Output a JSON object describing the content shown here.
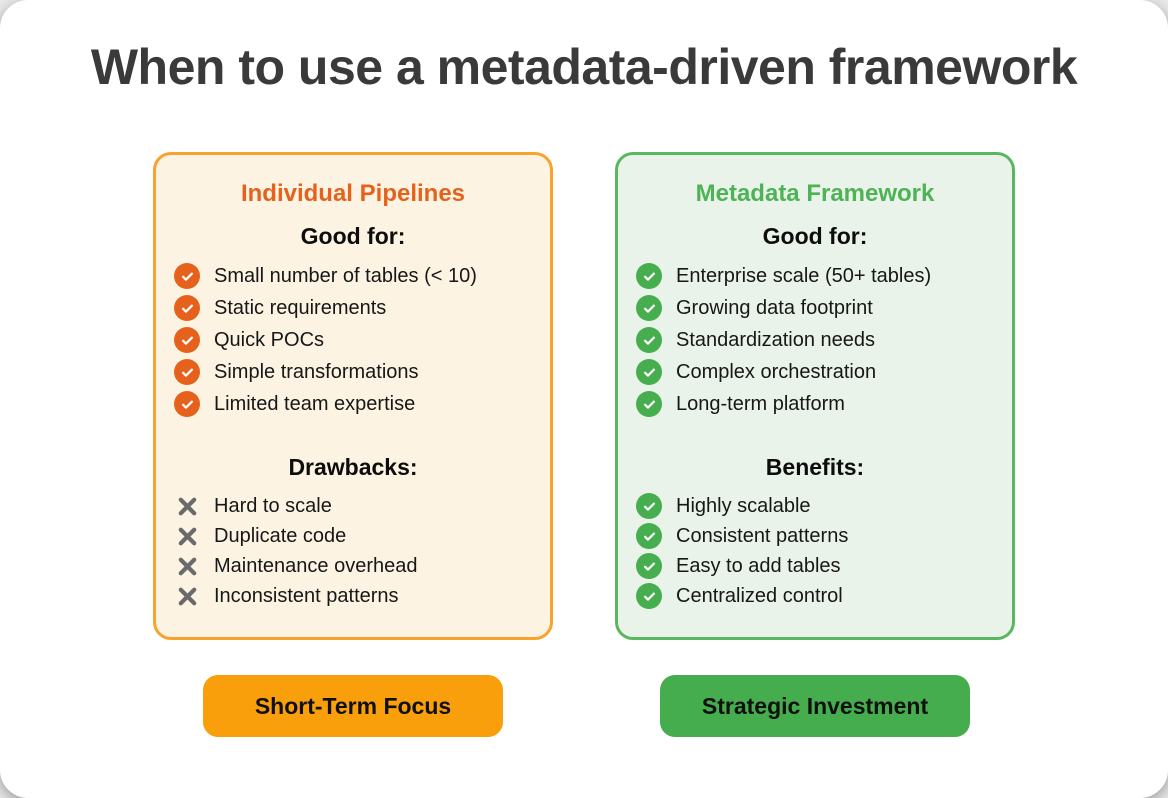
{
  "title": "When to use a metadata-driven framework",
  "colors": {
    "orange_accent": "#e5621d",
    "orange_border": "#f9a22d",
    "orange_bg": "#fcf3e3",
    "orange_badge": "#f99f0b",
    "green_accent": "#4eb356",
    "green_border": "#58b75f",
    "green_bg": "#e9f3e9",
    "green_check": "#47ae50",
    "green_badge": "#45ad4d",
    "cross_gray": "#6a6a6a"
  },
  "panels": [
    {
      "title": "Individual Pipelines",
      "sections": [
        {
          "heading": "Good for:",
          "icon": "check-circle-icon",
          "items": [
            "Small number of tables (< 10)",
            "Static requirements",
            "Quick POCs",
            "Simple transformations",
            "Limited team expertise"
          ]
        },
        {
          "heading": "Drawbacks:",
          "icon": "cross-icon",
          "items": [
            "Hard to scale",
            "Duplicate code",
            "Maintenance overhead",
            "Inconsistent patterns"
          ]
        }
      ],
      "badge_label": "Short-Term Focus"
    },
    {
      "title": "Metadata Framework",
      "sections": [
        {
          "heading": "Good for:",
          "icon": "check-circle-icon",
          "items": [
            "Enterprise scale (50+ tables)",
            "Growing data footprint",
            "Standardization needs",
            "Complex orchestration",
            "Long-term platform"
          ]
        },
        {
          "heading": "Benefits:",
          "icon": "check-circle-icon",
          "items": [
            "Highly scalable",
            "Consistent patterns",
            "Easy to add tables",
            "Centralized control"
          ]
        }
      ],
      "badge_label": "Strategic Investment"
    }
  ]
}
